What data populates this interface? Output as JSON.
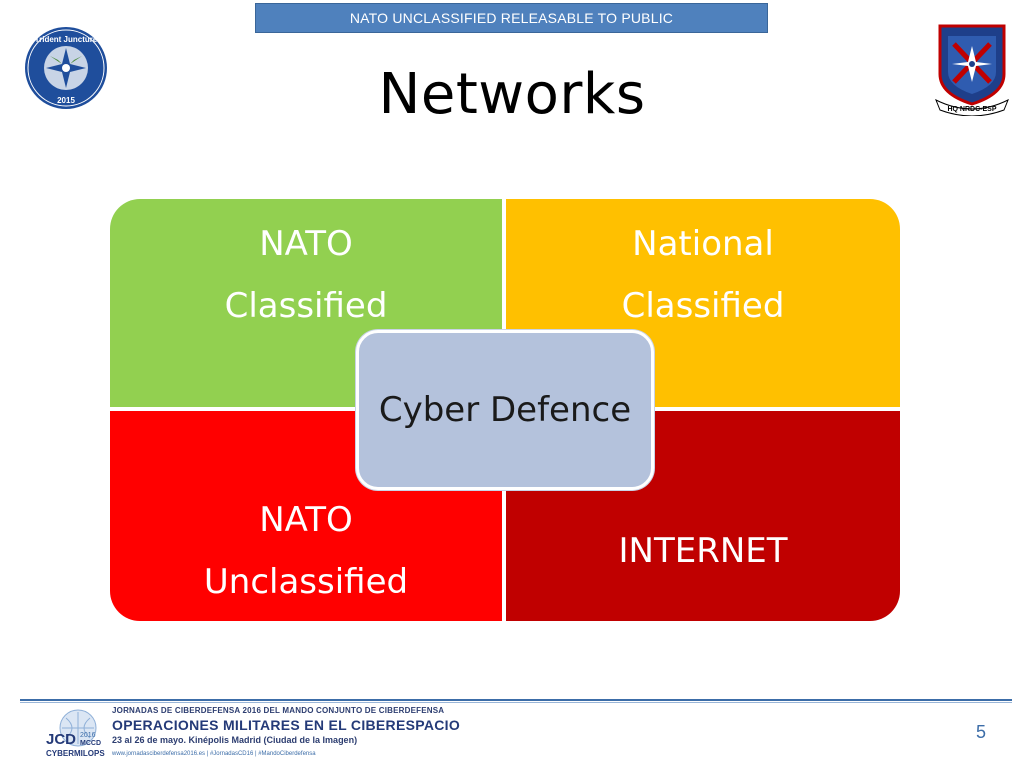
{
  "banner": {
    "text": "NATO UNCLASSIFIED RELEASABLE TO PUBLIC"
  },
  "slide": {
    "title": "Networks",
    "page_number": "5"
  },
  "logos": {
    "left": {
      "icon": "trident-juncture-2015-logo",
      "text_top": "Trident Juncture",
      "text_bottom": "2015"
    },
    "right": {
      "icon": "hq-nrdc-esp-crest",
      "text": "HQ NRDC-ESP"
    }
  },
  "quadrants": {
    "top_left": {
      "line1": "NATO",
      "line2": "Classified",
      "color": "#92d050"
    },
    "top_right": {
      "line1": "National",
      "line2": "Classified",
      "color": "#ffc000"
    },
    "bottom_left": {
      "line1": "NATO",
      "line2": "Unclassified",
      "color": "#ff0000"
    },
    "bottom_right": {
      "line1": "INTERNET",
      "color": "#c00000"
    },
    "center": {
      "label": "Cyber Defence",
      "color": "#b4c2dc"
    }
  },
  "footer": {
    "logo_text": [
      "JCD",
      "2016",
      "MCCD",
      "CYBERMILOPS"
    ],
    "line1": "JORNADAS DE CIBERDEFENSA 2016 DEL MANDO CONJUNTO DE CIBERDEFENSA",
    "line2": "OPERACIONES MILITARES EN EL CIBERESPACIO",
    "line3": "23 al 26 de mayo. Kinépolis Madrid (Ciudad de la Imagen)",
    "line4": "www.jornadasciberdefensa2016.es  |  #JornadasCD16  |  #MandoCiberdefensa"
  }
}
